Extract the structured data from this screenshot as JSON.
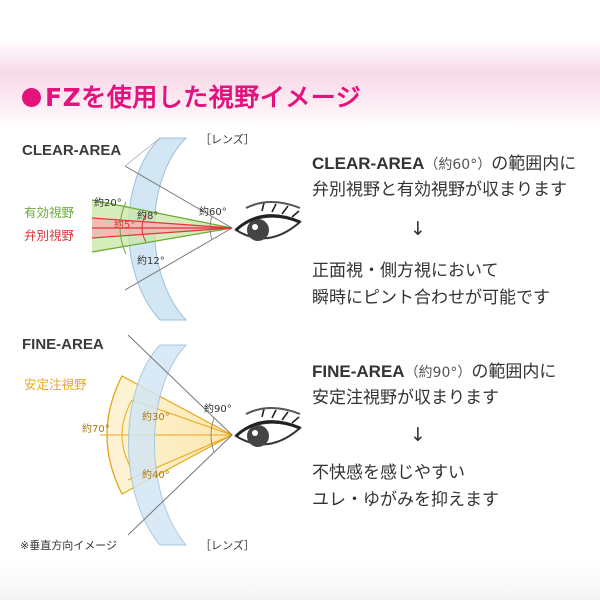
{
  "title": "FZを使用した視野イメージ",
  "colors": {
    "accent": "#e4127d",
    "green": "#6aab34",
    "red": "#e2343a",
    "yellow": "#e8a81a",
    "lens": "#cfe3f2"
  },
  "clear": {
    "heading": "CLEAR-AREA",
    "lens_label": "［レンズ］",
    "label_effective": "有効視野",
    "label_discriminative": "弁別視野",
    "angle_20": "約20°",
    "angle_8": "約8°",
    "angle_5": "約5°",
    "angle_12": "約12°",
    "angle_60": "約60°",
    "desc_head": "CLEAR-AREA",
    "desc_paren": "（約60°）",
    "desc_line1_tail": "の範囲内に",
    "desc_line2": "弁別視野と有効視野が収まります",
    "arrow": "↓",
    "desc_line3": "正面視・側方視において",
    "desc_line4": "瞬時にピント合わせが可能です"
  },
  "fine": {
    "heading": "FINE-AREA",
    "label_stable": "安定注視野",
    "angle_70": "約70°",
    "angle_30": "約30°",
    "angle_40": "約40°",
    "angle_90": "約90°",
    "desc_head": "FINE-AREA",
    "desc_paren": "（約90°）",
    "desc_line1_tail": "の範囲内に",
    "desc_line2": "安定注視野が収まります",
    "arrow": "↓",
    "desc_line3": "不快感を感じやすい",
    "desc_line4": "ユレ・ゆがみを抑えます"
  },
  "footnote": "※垂直方向イメージ",
  "lens_label_bottom": "［レンズ］"
}
